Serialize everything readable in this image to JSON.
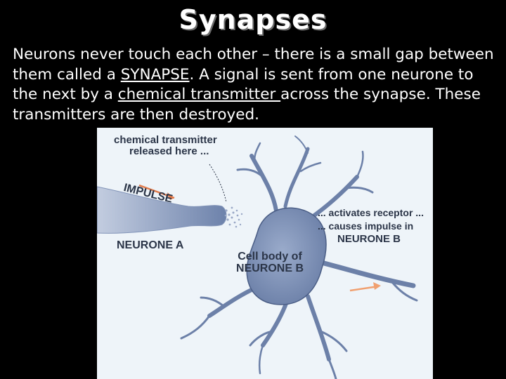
{
  "slide": {
    "title": "Synapses",
    "body": {
      "line1": "Neurons never touch each other – there is a small gap between",
      "line2_pre": "them called a ",
      "line2_link": "SYNAPSE",
      "line2_post": ".  A signal is sent from one neurone to",
      "line3_pre": "the next by a ",
      "line3_link": "chemical transmitter ",
      "line3_post": "across the synapse.  These",
      "line4": "transmitters are then destroyed."
    }
  },
  "figure": {
    "label_transmitter_1": "chemical transmitter",
    "label_transmitter_2": "released here ...",
    "label_impulse": "IMPULSE",
    "label_neurone_a": "NEURONE A",
    "label_receptor": "... activates receptor ...",
    "label_causes": "... causes impulse in",
    "label_neurone_b": "NEURONE B",
    "label_cell_body_1": "Cell body of",
    "label_cell_body_2": "NEURONE B",
    "colors": {
      "background": "#eef4f9",
      "neuron_fill": "#7b8fb4",
      "neuron_stroke": "#4a5d85",
      "transmitter_dots": "#9aa8c6",
      "arrow_red": "#e27a4a",
      "arrow_orange": "#f0a070",
      "label_text": "#2b3548"
    }
  }
}
